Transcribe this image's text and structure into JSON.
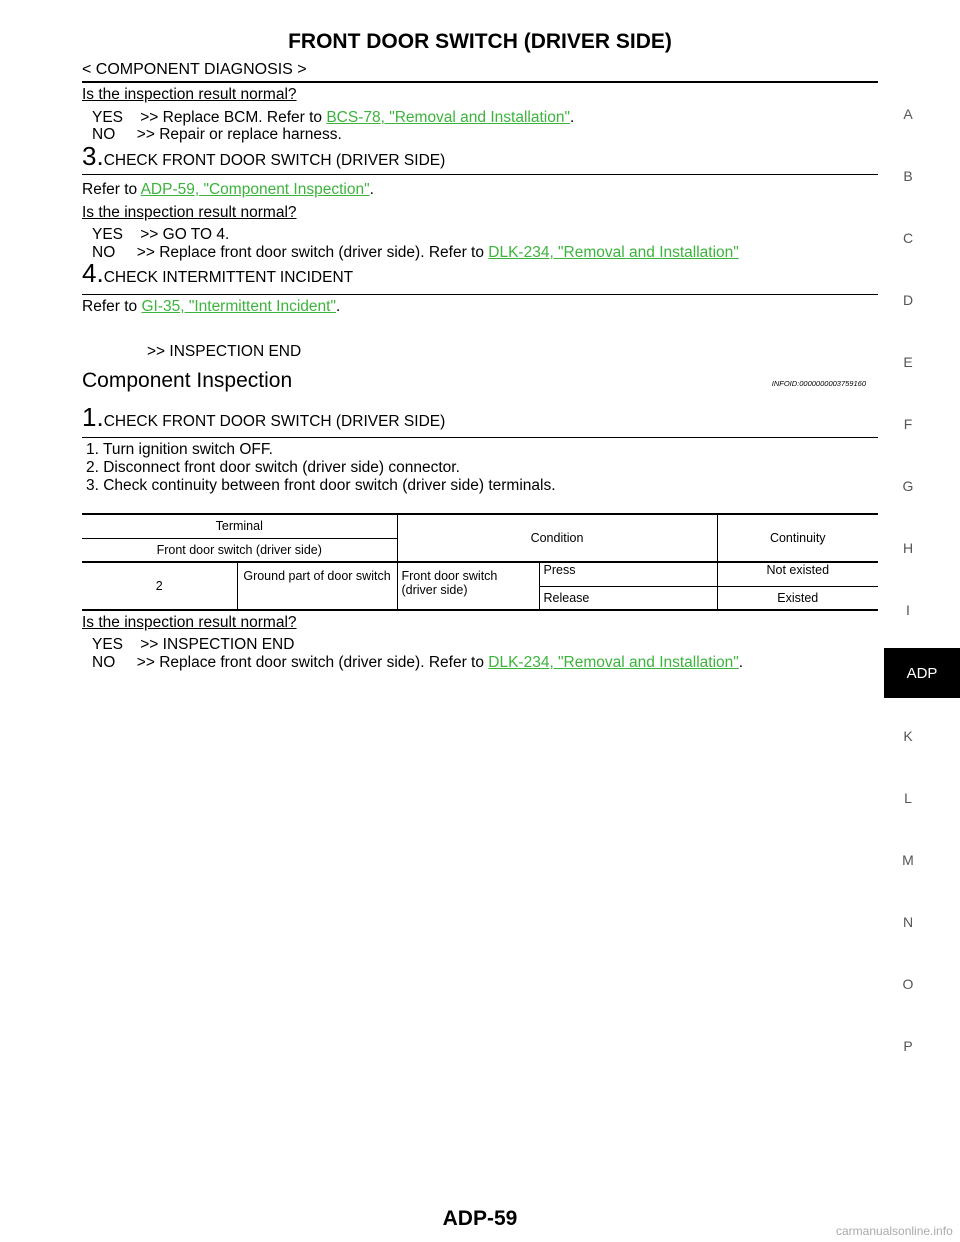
{
  "header": {
    "title": "FRONT DOOR SWITCH (DRIVER SIDE)",
    "breadcrumb": "< COMPONENT DIAGNOSIS >"
  },
  "section_a": {
    "question": "Is the inspection result normal?",
    "yes_prefix": "YES    >> Replace BCM. Refer to ",
    "yes_link": "BCS-78, \"Removal and Installation\"",
    "yes_suffix": ".",
    "no_text": "NO     >> Repair or replace harness."
  },
  "step3": {
    "num": "3.",
    "title": "CHECK FRONT DOOR SWITCH (DRIVER SIDE)",
    "refer_prefix": "Refer to ",
    "refer_link": "ADP-59, \"Component Inspection\"",
    "refer_suffix": ".",
    "question": "Is the inspection result normal?",
    "yes_text": "YES    >> GO TO 4.",
    "no_prefix": "NO     >> Replace front door switch (driver side). Refer to ",
    "no_link": "DLK-234, \"Removal and Installation\""
  },
  "step4": {
    "num": "4.",
    "title": "CHECK INTERMITTENT INCIDENT",
    "refer_prefix": "Refer to ",
    "refer_link": "GI-35, \"Intermittent Incident\"",
    "refer_suffix": ".",
    "end_text": ">> INSPECTION END"
  },
  "component_inspection": {
    "heading": "Component Inspection",
    "infoid": "INFOID:0000000003759160",
    "step1_num": "1.",
    "step1_title": "CHECK FRONT DOOR SWITCH (DRIVER SIDE)",
    "items": [
      "1. Turn ignition switch OFF.",
      "2. Disconnect front door switch (driver side) connector.",
      "3. Check continuity between front door switch (driver side) terminals."
    ]
  },
  "table": {
    "h_terminal": "Terminal",
    "h_sub": "Front door switch (driver side)",
    "h_condition": "Condition",
    "h_continuity": "Continuity",
    "terminal_no": "2",
    "ground": "Ground part of door switch",
    "component": "Front door switch (driver side)",
    "rows": [
      {
        "condition": "Press",
        "continuity": "Not existed"
      },
      {
        "condition": "Release",
        "continuity": "Existed"
      }
    ]
  },
  "section_b": {
    "question": "Is the inspection result normal?",
    "yes_text": "YES    >> INSPECTION END",
    "no_prefix": "NO     >> Replace front door switch (driver side). Refer to ",
    "no_link": "DLK-234, \"Removal and Installation\"",
    "no_suffix": "."
  },
  "side_index": [
    "A",
    "B",
    "C",
    "D",
    "E",
    "F",
    "G",
    "H",
    "I",
    "ADP",
    "K",
    "L",
    "M",
    "N",
    "O",
    "P"
  ],
  "footer": {
    "page": "ADP-59",
    "watermark": "carmanualsonline.info"
  }
}
